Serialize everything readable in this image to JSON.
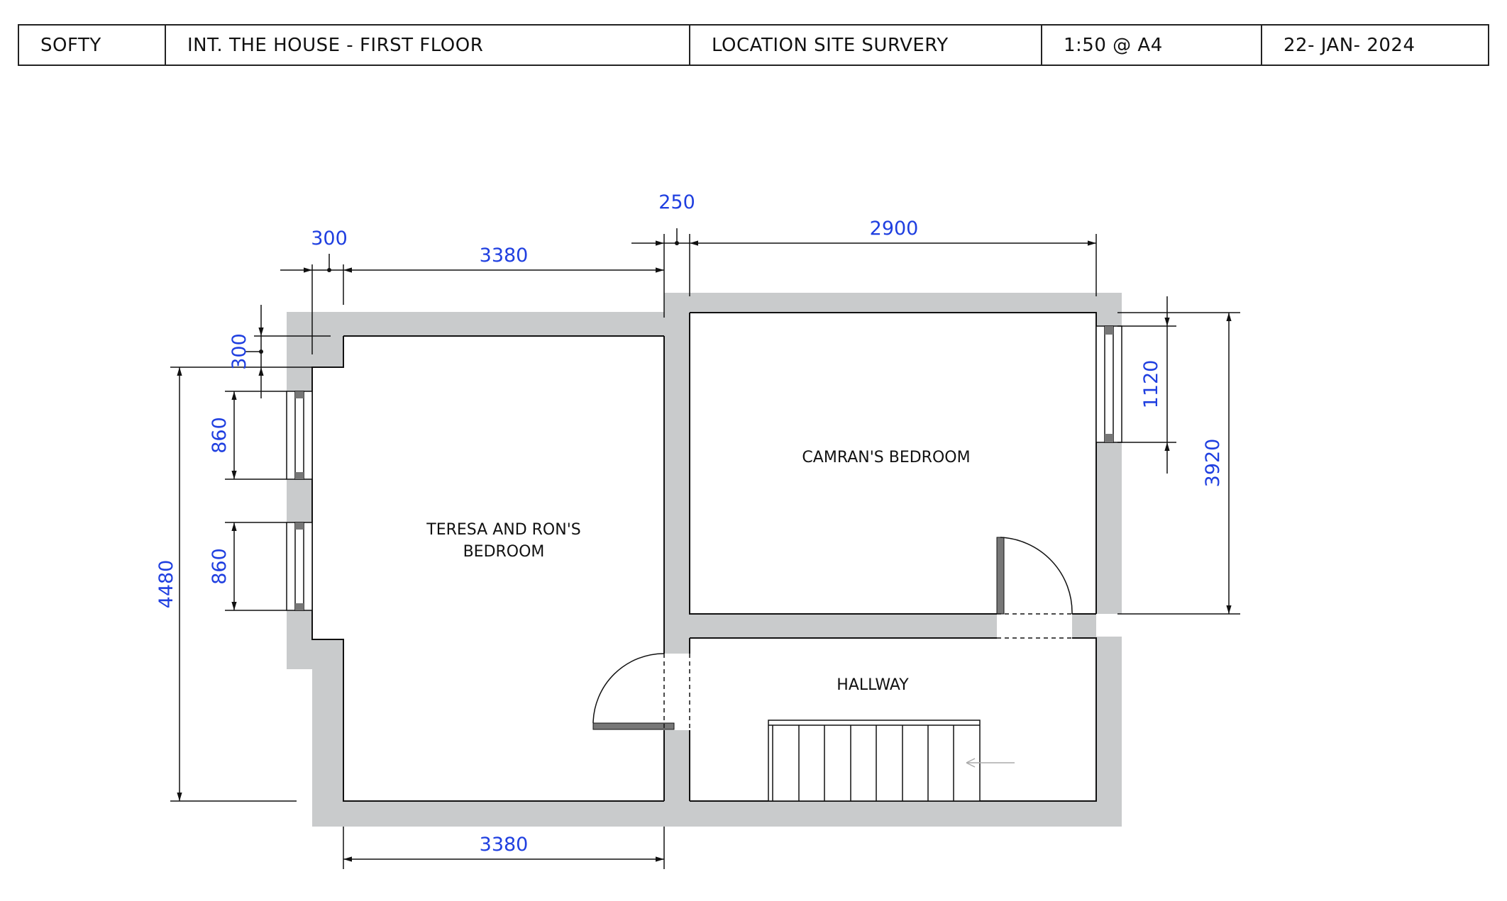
{
  "title_block": {
    "company": "SOFTY",
    "project": "INT. THE HOUSE - FIRST FLOOR",
    "drawing": "LOCATION SITE SURVERY",
    "scale": "1:50 @ A4",
    "date": "22- JAN- 2024"
  },
  "rooms": {
    "master": [
      "TERESA AND RON'S",
      "BEDROOM"
    ],
    "second": "CAMRAN'S BEDROOM",
    "hallway": "HALLWAY"
  },
  "dimensions": {
    "top_chimney": "300",
    "top_left_width": "3380",
    "top_wall": "250",
    "top_right_width": "2900",
    "left_chimney_depth": "300",
    "left_window_upper": "860",
    "left_window_lower": "860",
    "left_overall": "4480",
    "right_window": "1120",
    "right_overall": "3920",
    "bottom_width": "3380"
  },
  "colors": {
    "dimension": "#1f3fe0",
    "wall": "#c9cbcc"
  }
}
